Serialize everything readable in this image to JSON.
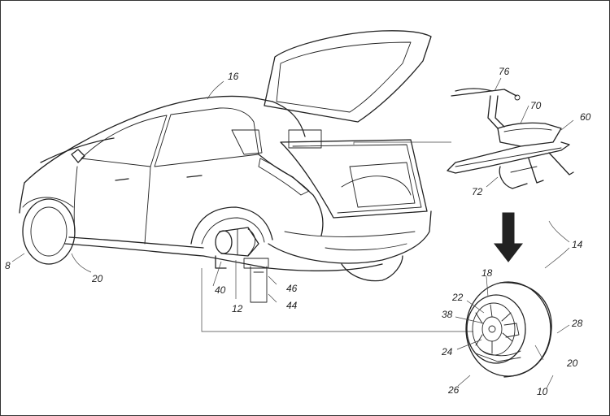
{
  "figure": {
    "labels": {
      "l16": "16",
      "l8": "8",
      "l20a": "20",
      "l40": "40",
      "l12": "12",
      "l46": "46",
      "l44": "44",
      "l76": "76",
      "l70": "70",
      "l60": "60",
      "l72": "72",
      "l14": "14",
      "l18": "18",
      "l22": "22",
      "l38": "38",
      "l24": "24",
      "l28": "28",
      "l20b": "20",
      "l26": "26",
      "l10": "10"
    }
  }
}
